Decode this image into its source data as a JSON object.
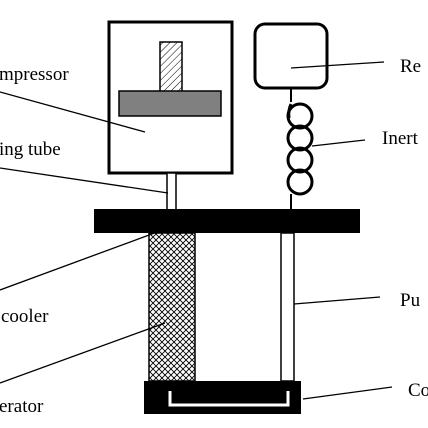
{
  "labels": {
    "compressor": "mpressor",
    "connecting_tube": "ing tube",
    "aftercooler": "cooler",
    "regenerator": "erator",
    "reservoir": "Re",
    "inertance_tube": "Inert",
    "pulse_tube": "Pu",
    "cold_head": "Co"
  },
  "colors": {
    "line": "#000000",
    "piston": "#808080",
    "background": "#ffffff"
  }
}
